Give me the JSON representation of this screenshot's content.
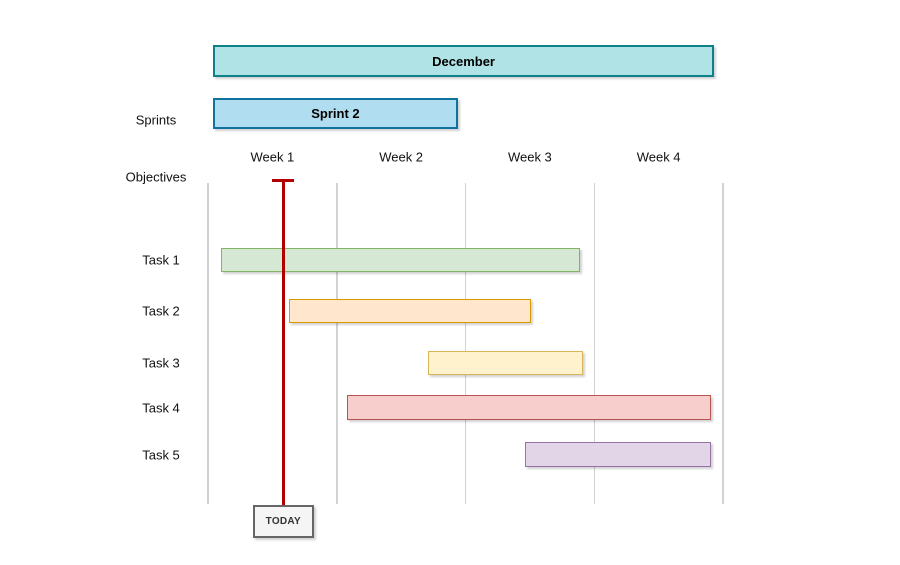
{
  "chart_data": {
    "type": "gantt",
    "title": "December",
    "time_axis": {
      "unit": "week",
      "range_weeks": [
        0,
        4
      ],
      "week_labels": [
        "Week 1",
        "Week 2",
        "Week 3",
        "Week 4"
      ]
    },
    "lanes": [
      {
        "label": "Sprints"
      },
      {
        "label": "Objectives"
      }
    ],
    "month_bar": {
      "label": "December",
      "start_week": 0.04,
      "end_week": 3.93,
      "fill": "#b0e3e6",
      "stroke": "#0e8088"
    },
    "sprint_bar": {
      "label": "Sprint 2",
      "start_week": 0.04,
      "end_week": 1.94,
      "fill": "#b1ddf0",
      "stroke": "#10739e"
    },
    "tasks": [
      {
        "label": "Task 1",
        "start_week": 0.1,
        "end_week": 2.89,
        "fill": "#d5e8d4",
        "stroke": "#82b366"
      },
      {
        "label": "Task 2",
        "start_week": 0.63,
        "end_week": 2.51,
        "fill": "#ffe6cc",
        "stroke": "#d79b00"
      },
      {
        "label": "Task 3",
        "start_week": 1.71,
        "end_week": 2.91,
        "fill": "#fff2cc",
        "stroke": "#d6b656"
      },
      {
        "label": "Task 4",
        "start_week": 1.08,
        "end_week": 3.91,
        "fill": "#f8cecc",
        "stroke": "#b85450"
      },
      {
        "label": "Task 5",
        "start_week": 2.46,
        "end_week": 3.91,
        "fill": "#e1d5e7",
        "stroke": "#9673a6"
      }
    ],
    "today": {
      "label": "TODAY",
      "position_week": 0.585,
      "line_color": "#b20000",
      "box_fill": "#f5f5f5",
      "box_stroke": "#666666"
    },
    "grid": {
      "vertical_lines": true,
      "color": "#d2d2d2",
      "horizontal_lines": false,
      "legend": "none"
    }
  }
}
